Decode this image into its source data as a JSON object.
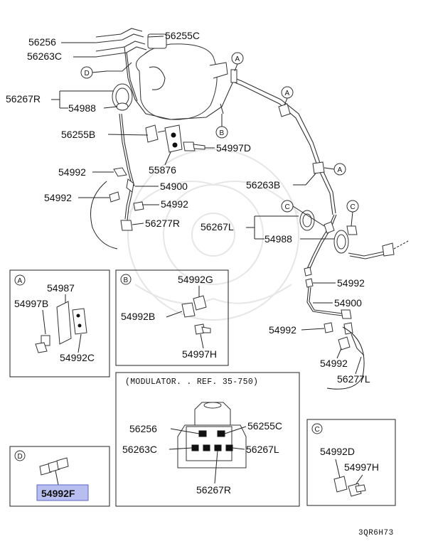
{
  "diagram_id": "3QR6H73",
  "labels": {
    "l56256": "56256",
    "l56255C": "56255C",
    "l56263C": "56263C",
    "l56267R": "56267R",
    "l54988": "54988",
    "l56255B": "56255B",
    "l54997D": "54997D",
    "l55876": "55876",
    "l54992": "54992",
    "l54900": "54900",
    "l56277R": "56277R",
    "l56263B": "56263B",
    "l56267L": "56267L",
    "l56277L": "56277L",
    "l54987": "54987",
    "l54997B": "54997B",
    "l54992C": "54992C",
    "l54992G": "54992G",
    "l54992B": "54992B",
    "l54997H": "54997H",
    "l54992D": "54992D",
    "l54992F": "54992F"
  },
  "callouts": {
    "A": "A",
    "B": "B",
    "C": "C",
    "D": "D"
  },
  "modulator_title": "(MODULATOR. . REF. 35-750)",
  "highlight_color": "#b8bff0"
}
